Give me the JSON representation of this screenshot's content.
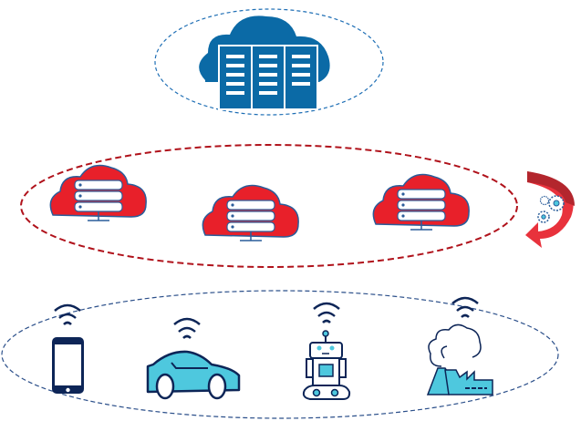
{
  "diagram": {
    "layers": [
      {
        "name": "cloud",
        "icon": "cloud-datacenter-icon",
        "color": "#0b6aa6",
        "border": "#1f6fb5"
      },
      {
        "name": "edge",
        "icon": "edge-server-cloud-icon",
        "count": 3,
        "color": "#e8202a",
        "border": "#b0121b"
      },
      {
        "name": "devices",
        "icons": [
          "smartphone-icon",
          "car-icon",
          "robot-icon",
          "factory-icon"
        ],
        "accent": "#4ec8de",
        "outline": "#0d2557",
        "border": "#2b4f8a"
      }
    ],
    "side_icon": "red-cycle-arrow-gears-icon",
    "arrow_color": "#e8323c"
  }
}
